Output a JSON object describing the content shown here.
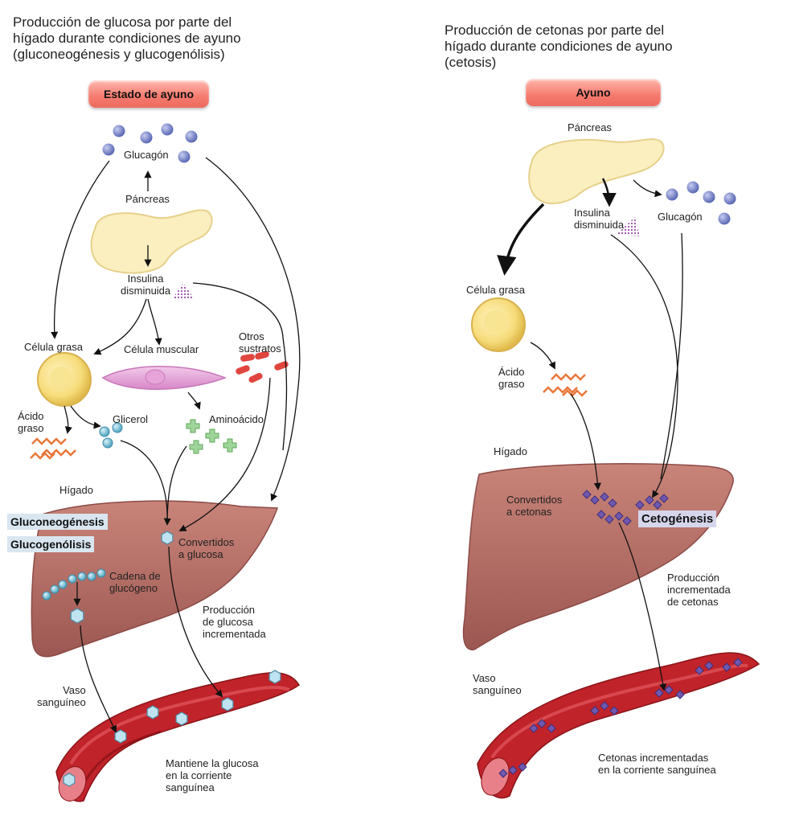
{
  "left_panel": {
    "title": "Producción de glucosa por parte del\nhígado durante condiciones de ayuno\n(gluconeogénesis y glucogenólisis)",
    "state_badge": "Estado de ayuno",
    "labels": {
      "glucagon": "Glucagón",
      "pancreas": "Páncreas",
      "low_insulin": "Insulina\ndisminuida",
      "fat_cell": "Célula grasa",
      "muscle_cell": "Célula muscular",
      "other_substrates": "Otros\nsustratos",
      "fatty_acid": "Ácido\ngraso",
      "glycerol": "Glicerol",
      "amino_acid": "Aminoácido",
      "liver": "Hígado",
      "gluconeogenesis": "Gluconeogénesis",
      "glycogenolysis": "Glucogenólisis",
      "converted_glucose": "Convertidos\na glucosa",
      "glycogen_chain": "Cadena de\nglucógeno",
      "increased_glucose": "Producción\nde glucosa\nincrementada",
      "blood_vessel": "Vaso\nsanguíneo",
      "maintain_glucose": "Mantiene la glucosa\nen la corriente\nsanguínea"
    }
  },
  "right_panel": {
    "title": "Producción de cetonas por parte del\nhígado durante condiciones de ayuno\n(cetosis)",
    "state_badge": "Ayuno",
    "labels": {
      "pancreas": "Páncreas",
      "low_insulin": "Insulina\ndisminuida",
      "glucagon": "Glucagón",
      "fat_cell": "Célula grasa",
      "fatty_acid": "Ácido\ngraso",
      "liver": "Hígado",
      "converted_ketones": "Convertidos\na cetonas",
      "ketogenesis": "Cetogénesis",
      "increased_ketones": "Producción\nincrementada\nde cetonas",
      "blood_vessel": "Vaso\nsanguíneo",
      "ketones_blood": "Cetonas incrementadas\nen la corriente sanguínea"
    }
  },
  "colors": {
    "badge": "#f57a6e",
    "glucagon_dot": "#7f8fd0",
    "liver": "#b8706a",
    "vessel": "#c0232a",
    "glucose_hex": "#bfe3f0",
    "ketone": "#6f58b0",
    "fat_cell": "#f6dc7a",
    "muscle_cell": "#e9a6d9",
    "pancreas": "#fbefc0"
  }
}
